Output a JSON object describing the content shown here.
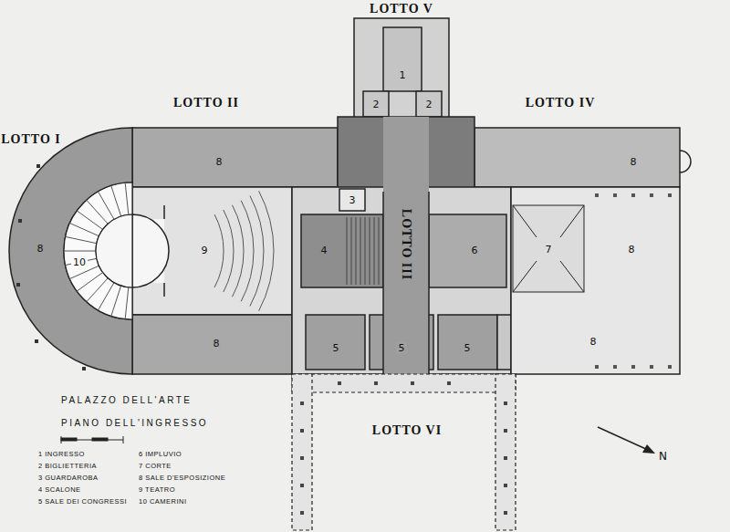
{
  "diagram": {
    "title": "PALAZZO DELL'ARTE",
    "caption": "PIANO DELL'INGRESSO",
    "nodes": [
      {
        "text": [
          "1"
        ]
      },
      {
        "text": [
          "2"
        ]
      },
      {
        "text": [
          "2"
        ]
      },
      {
        "text": [
          "8"
        ]
      },
      {
        "text": [
          "8"
        ]
      },
      {
        "text": [
          "8"
        ]
      },
      {
        "text": [
          "10"
        ]
      },
      {
        "text": [
          "3"
        ]
      },
      {
        "text": [
          "9"
        ]
      },
      {
        "text": [
          "4"
        ]
      },
      {
        "text": [
          "6"
        ]
      },
      {
        "text": [
          "7"
        ]
      },
      {
        "text": [
          "8"
        ]
      },
      {
        "text": [
          "8"
        ]
      },
      {
        "text": [
          "5"
        ]
      },
      {
        "text": [
          "5"
        ]
      },
      {
        "text": [
          "5"
        ]
      },
      {
        "text": [
          "8"
        ]
      }
    ],
    "labels": [
      "LOTTO V",
      "LOTTO II",
      "LOTTO IV",
      "LOTTO I",
      "LOTTO III",
      "LOTTO VI",
      "N"
    ],
    "legend": [
      {
        "text": "1 INGRESSO"
      },
      {
        "text": "2 BIGLIETTERIA"
      },
      {
        "text": "3 GUARDAROBA"
      },
      {
        "text": "4 SCALONE"
      },
      {
        "text": "5 SALE DEI CONGRESSI"
      },
      {
        "text": "6 IMPLUVIO"
      },
      {
        "text": "7 CORTE"
      },
      {
        "text": "8 SALE D'ESPOSIZIONE"
      },
      {
        "text": "9 TEATRO"
      },
      {
        "text": "10 CAMERINI"
      }
    ]
  }
}
